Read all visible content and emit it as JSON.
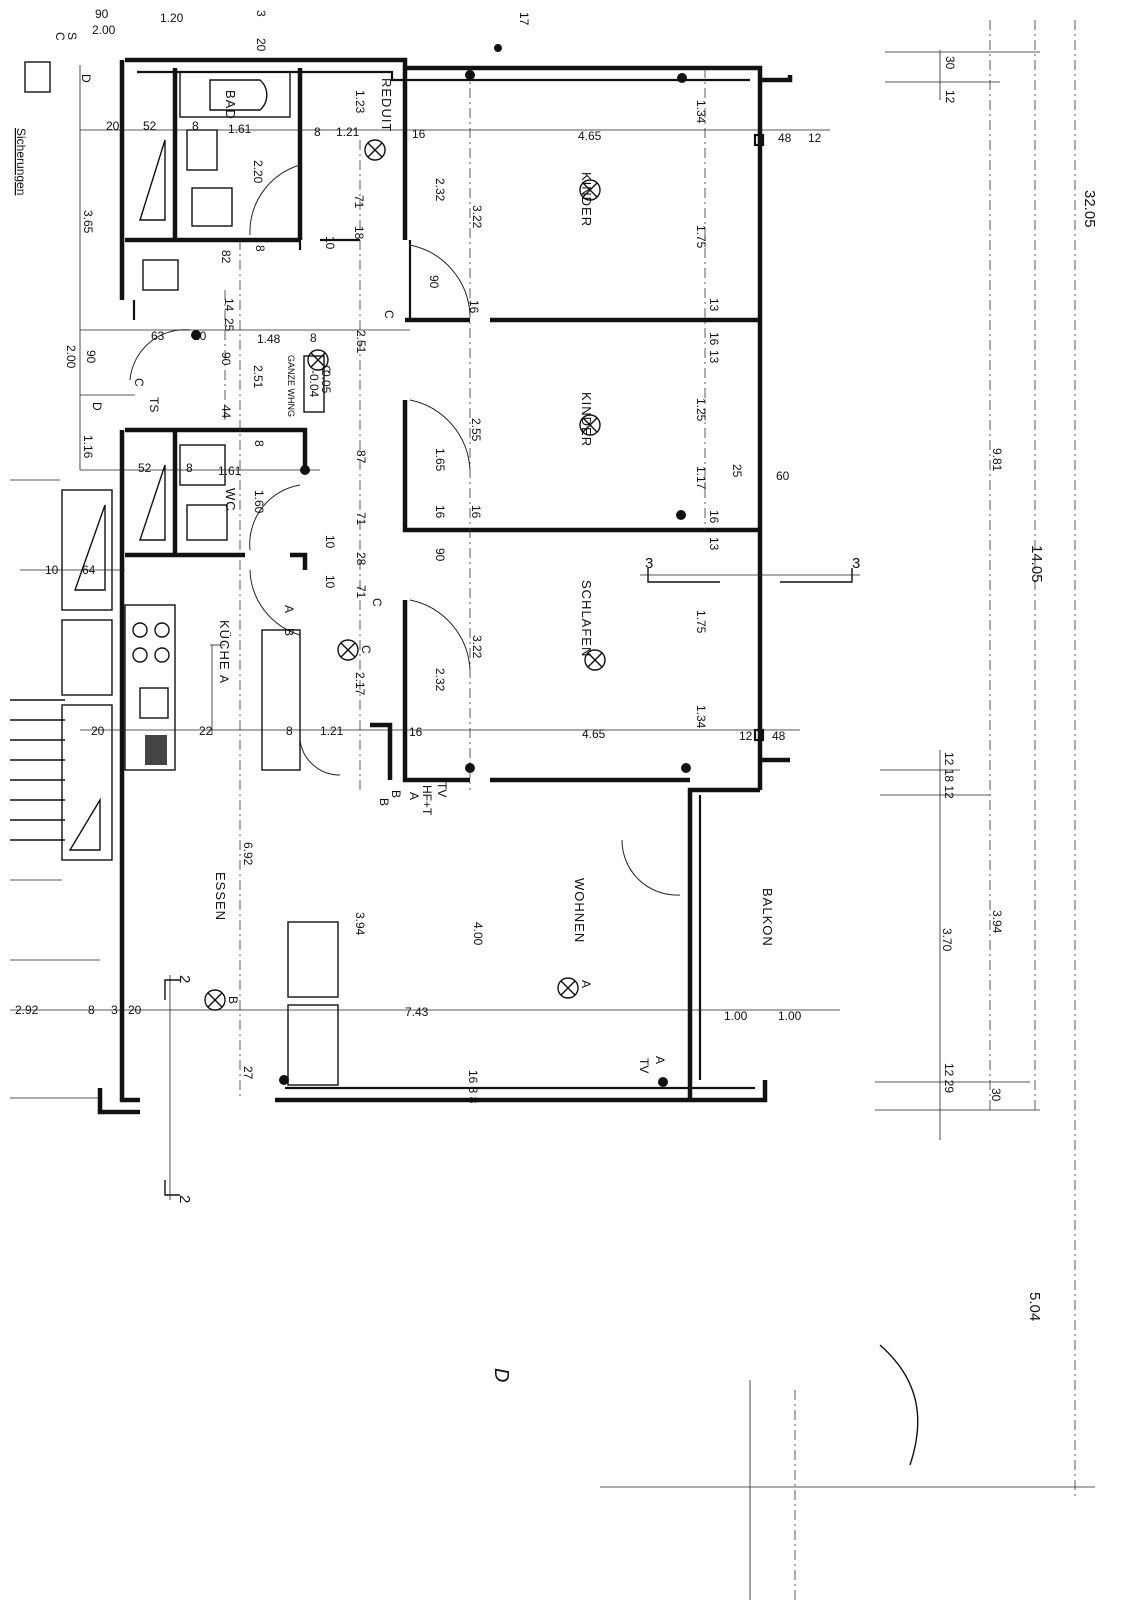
{
  "sheet": {
    "left_note": "Sicherungen",
    "handwritten_mark": "D"
  },
  "rooms": {
    "bad": "BAD",
    "reduit": "REDUIT",
    "kinder_1": "KINDER",
    "kinder_2": "KINDER",
    "wc": "WC",
    "kueche": "KÜCHE",
    "schlafen": "SCHLAFEN",
    "essen": "ESSEN",
    "wohnen": "WOHNEN",
    "balkon": "BALKON"
  },
  "notes": {
    "ganze_whng": "GANZE WHNG",
    "level_1": "-0.04",
    "level_2": "0.05",
    "tv_1": "TV",
    "hf_t": "HF+T",
    "tv_2": "TV",
    "ts": "TS"
  },
  "section_marks": {
    "s3_left": "3",
    "s3_right": "3",
    "s2_top": "2",
    "s2_bottom": "2",
    "a_mark": "A"
  },
  "dimensions": {
    "overall_right": "32.05",
    "overall_mid": "14.05",
    "overall_bottom": "5.04",
    "right_981": "9.81",
    "right_394": "3.94",
    "right_370": "3.70",
    "right_30a": "30",
    "right_12a": "12",
    "right_30b": "30",
    "right_12_18_12": "12 18 12",
    "right_12_29": "12 29",
    "top_90": "90",
    "top_120": "1.20",
    "top_200": "2.00",
    "top_3": "3",
    "top_20": "20",
    "top_17": "17",
    "bad_123": "1.23",
    "bad_20": "20",
    "bad_52": "52",
    "bad_8": "8",
    "bad_161": "1.61",
    "reduit_8": "8",
    "reduit_121": "1.21",
    "d_16a": "16",
    "d_465a": "4.65",
    "d_48a": "48",
    "d_12a": "12",
    "d_134a": "1.34",
    "d_175a": "1.75",
    "d_220": "2.20",
    "d_232a": "2.32",
    "d_322a": "3.22",
    "d_365": "3.65",
    "d_82": "82",
    "d_8b": "8",
    "d_10a": "10",
    "d_18": "18",
    "d_71a": "71",
    "d_90a": "90",
    "d_16b": "16",
    "d_14": "14",
    "d_25": "25",
    "d_63": "63",
    "d_10b": "10",
    "d_148": "1.48",
    "d_8c": "8",
    "d_251a": "2.51",
    "d_251b": "2.51",
    "d_90b": "90",
    "d_200b": "2.00",
    "d_90c": "90",
    "d_116": "1.16",
    "d_44": "44",
    "d_13a": "13",
    "d_16c": "16",
    "d_13b": "13",
    "d_125": "1.25",
    "d_255": "2.55",
    "d_165": "1.65",
    "d_87": "87",
    "d_117": "1.17",
    "d_25b": "25",
    "d_60": "60",
    "d_52b": "52",
    "d_8d": "8",
    "d_161b": "1.61",
    "d_8e": "8",
    "d_160": "1.60",
    "d_71b": "71",
    "d_16d": "16",
    "d_16e": "16",
    "d_16f": "16",
    "d_13c": "13",
    "d_10c": "10",
    "d_28": "28",
    "d_10d": "10",
    "d_71c": "71",
    "d_90d": "90",
    "d_10e": "10",
    "d_64": "64",
    "d_175b": "1.75",
    "d_322b": "3.22",
    "d_232b": "2.32",
    "d_217": "2.17",
    "d_134b": "1.34",
    "d_20b": "20",
    "d_22": "22",
    "d_8f": "8",
    "d_121b": "1.21",
    "d_16g": "16",
    "d_465b": "4.65",
    "d_12b": "12",
    "d_48b": "48",
    "d_692": "6.92",
    "d_394b": "3.94",
    "d_400": "4.00",
    "d_292": "2.92",
    "d_8g": "8",
    "d_3": "3",
    "d_20c": "20",
    "d_743": "7.43",
    "d_100a": "1.00",
    "d_100b": "1.00",
    "d_27": "27",
    "d_16_3_8": "16 3 8"
  },
  "fixtures": {
    "letter_c1": "C",
    "letter_c2": "C",
    "letter_c3": "C",
    "letter_c4": "C",
    "letter_c5": "C",
    "letter_c6": "C",
    "letter_a1": "A",
    "letter_b1": "B",
    "letter_a2": "A",
    "letter_b2": "B",
    "letter_a3": "A",
    "letter_b3": "B",
    "letter_a4": "A",
    "letter_d1": "D",
    "letter_d2": "D",
    "letter_b4": "B",
    "letter_s": "S"
  },
  "colors": {
    "ink": "#111111",
    "paper": "#ffffff"
  }
}
